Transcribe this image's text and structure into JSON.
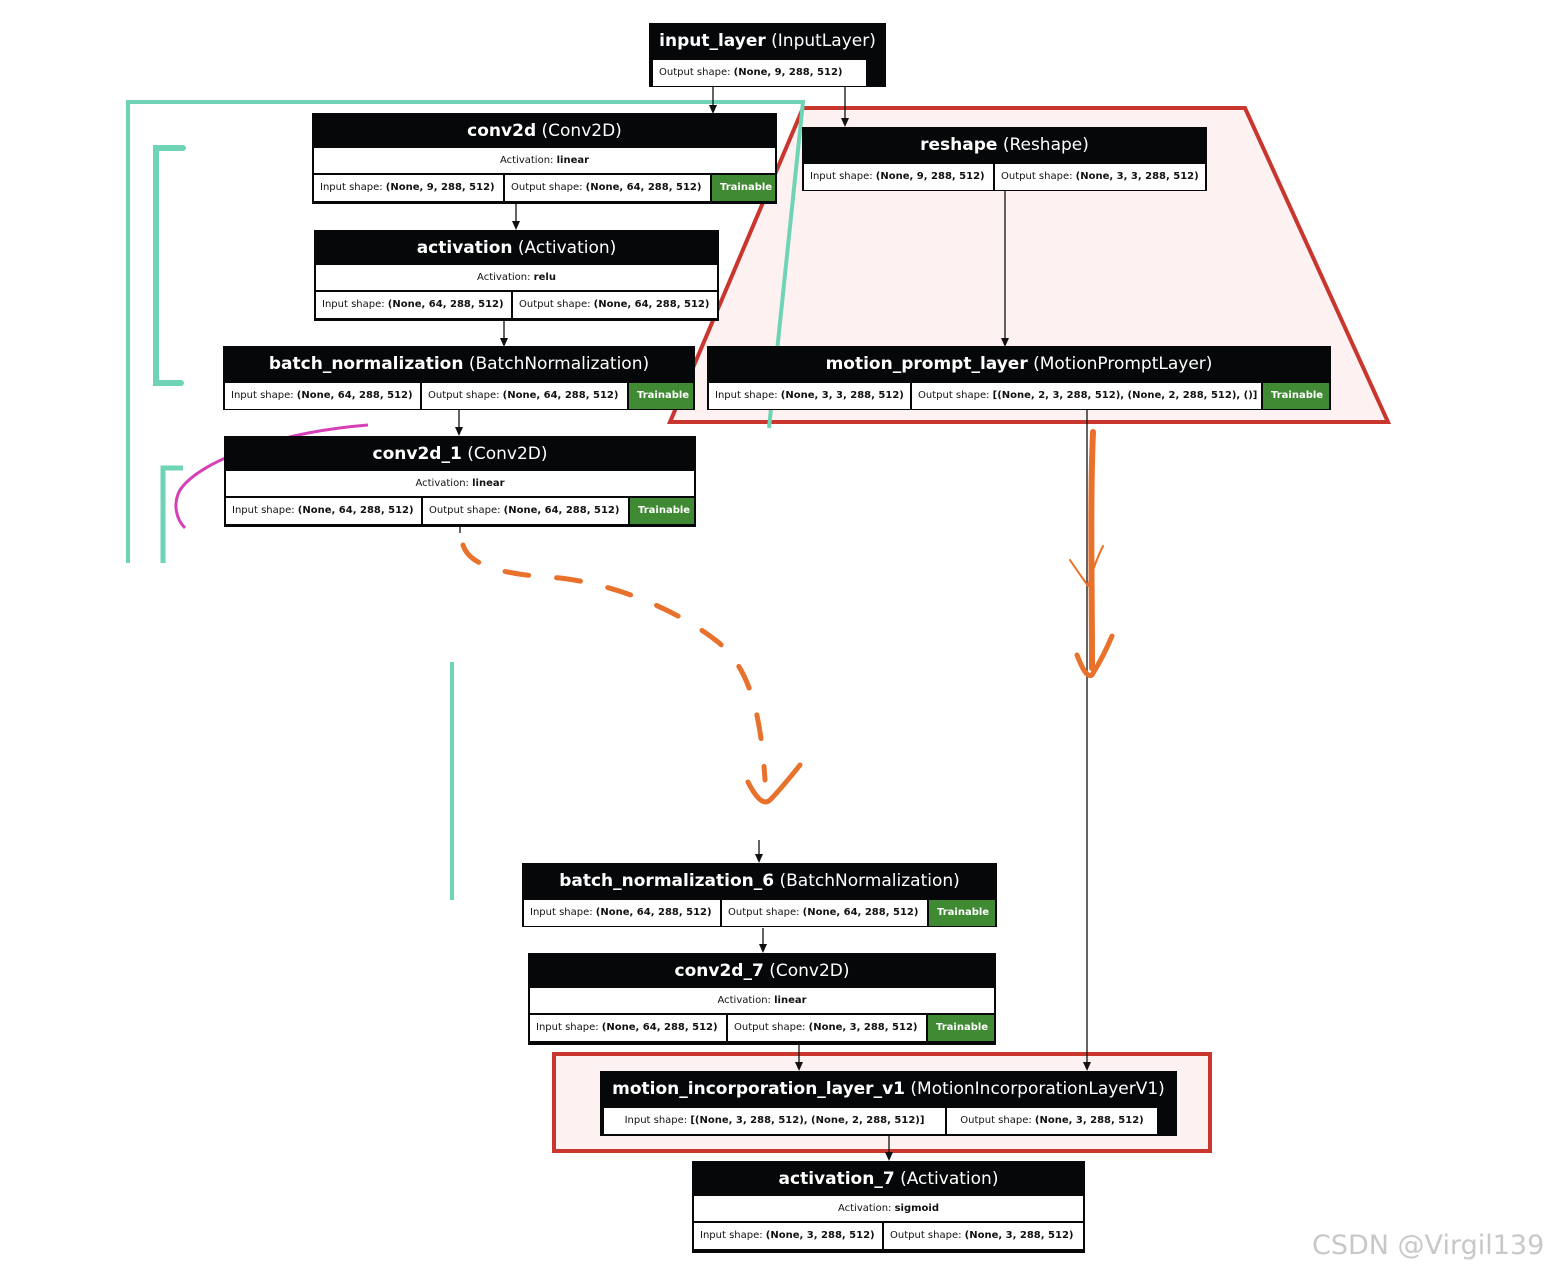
{
  "nodes": [
    {
      "id": "input-layer",
      "name": "input_layer",
      "cls": "(InputLayer)",
      "output": "Output shape: ",
      "output_v": "(None, 9, 288, 512)"
    },
    {
      "id": "conv2d",
      "name": "conv2d",
      "cls": "(Conv2D)",
      "activation": "linear",
      "input": "(None, 9, 288, 512)",
      "output_v": "(None, 64, 288, 512)",
      "trainable": "Trainable"
    },
    {
      "id": "activation",
      "name": "activation",
      "cls": "(Activation)",
      "activation": "relu",
      "input": "(None, 64, 288, 512)",
      "output_v": "(None, 64, 288, 512)"
    },
    {
      "id": "batch-normalization",
      "name": "batch_normalization",
      "cls": "(BatchNormalization)",
      "input": "(None, 64, 288, 512)",
      "output_v": "(None, 64, 288, 512)",
      "trainable": "Trainable"
    },
    {
      "id": "conv2d-1",
      "name": "conv2d_1",
      "cls": "(Conv2D)",
      "activation": "linear",
      "input": "(None, 64, 288, 512)",
      "output_v": "(None, 64, 288, 512)",
      "trainable": "Trainable"
    },
    {
      "id": "reshape",
      "name": "reshape",
      "cls": "(Reshape)",
      "input": "(None, 9, 288, 512)",
      "output_v": "(None, 3, 3, 288, 512)"
    },
    {
      "id": "motion-prompt-layer",
      "name": "motion_prompt_layer",
      "cls": "(MotionPromptLayer)",
      "input": "(None, 3, 3, 288, 512)",
      "output_v": "[(None, 2, 3, 288, 512), (None, 2, 288, 512), ()]",
      "trainable": "Trainable"
    },
    {
      "id": "batch-normalization-6",
      "name": "batch_normalization_6",
      "cls": "(BatchNormalization)",
      "input": "(None, 64, 288, 512)",
      "output_v": "(None, 64, 288, 512)",
      "trainable": "Trainable"
    },
    {
      "id": "conv2d-7",
      "name": "conv2d_7",
      "cls": "(Conv2D)",
      "activation": "linear",
      "input": "(None, 64, 288, 512)",
      "output_v": "(None, 3, 288, 512)",
      "trainable": "Trainable"
    },
    {
      "id": "motion-incorporation-layer-v1",
      "name": "motion_incorporation_layer_v1",
      "cls": "(MotionIncorporationLayerV1)",
      "input": "[(None, 3, 288, 512), (None, 2, 288, 512)]",
      "output_v": "(None, 3, 288, 512)"
    },
    {
      "id": "activation-7",
      "name": "activation_7",
      "cls": "(Activation)",
      "activation": "sigmoid",
      "input": "(None, 3, 288, 512)",
      "output_v": "(None, 3, 288, 512)"
    }
  ],
  "labels": {
    "activation_prefix": "Activation: ",
    "input_prefix": "Input shape: ",
    "output_prefix": "Output shape: "
  },
  "watermark": "CSDN @Virgil139",
  "colors": {
    "node_bg": "#050708",
    "trainable": "#3f8a33",
    "highlight_red": "#c9362e",
    "highlight_fill": "#fdf1f1",
    "teal": "#6fd4b5",
    "orange": "#e8712b",
    "magenta": "#d63fb8"
  }
}
